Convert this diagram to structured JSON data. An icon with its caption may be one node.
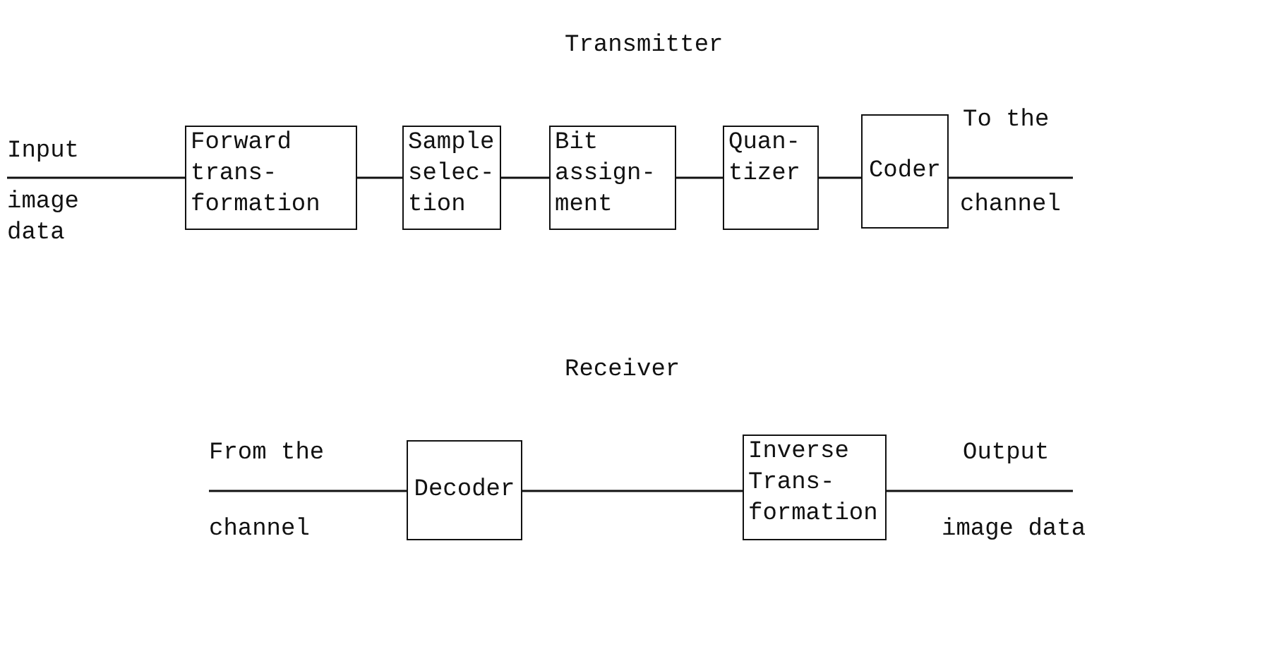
{
  "diagram": {
    "nodes": [
      {
        "text": [
          "Forward trans- formation"
        ]
      },
      {
        "text": [
          "Sample selec- tion"
        ]
      },
      {
        "text": [
          "Bit assign- ment"
        ]
      },
      {
        "text": [
          "Quan- tizer"
        ]
      },
      {
        "text": [
          "Coder"
        ]
      },
      {
        "text": [
          "Decoder"
        ]
      },
      {
        "text": [
          "Inverse Trans- formation"
        ]
      }
    ],
    "edges": [
      {
        "from": null,
        "to": 0,
        "arrow": "none"
      },
      {
        "from": 0,
        "to": 1,
        "arrow": "none"
      },
      {
        "from": 1,
        "to": 2,
        "arrow": "none"
      },
      {
        "from": 2,
        "to": 3,
        "arrow": "none"
      },
      {
        "from": 3,
        "to": 4,
        "arrow": "none"
      },
      {
        "from": 4,
        "to": null,
        "arrow": "none"
      },
      {
        "from": null,
        "to": 5,
        "arrow": "none"
      },
      {
        "from": 5,
        "to": 6,
        "arrow": "none"
      },
      {
        "from": 6,
        "to": null,
        "arrow": "none"
      }
    ],
    "labels": [
      "Transmitter",
      "Input",
      "image data",
      "To the",
      "channel",
      "Receiver",
      "From the",
      "channel",
      "Output",
      "image data"
    ]
  }
}
